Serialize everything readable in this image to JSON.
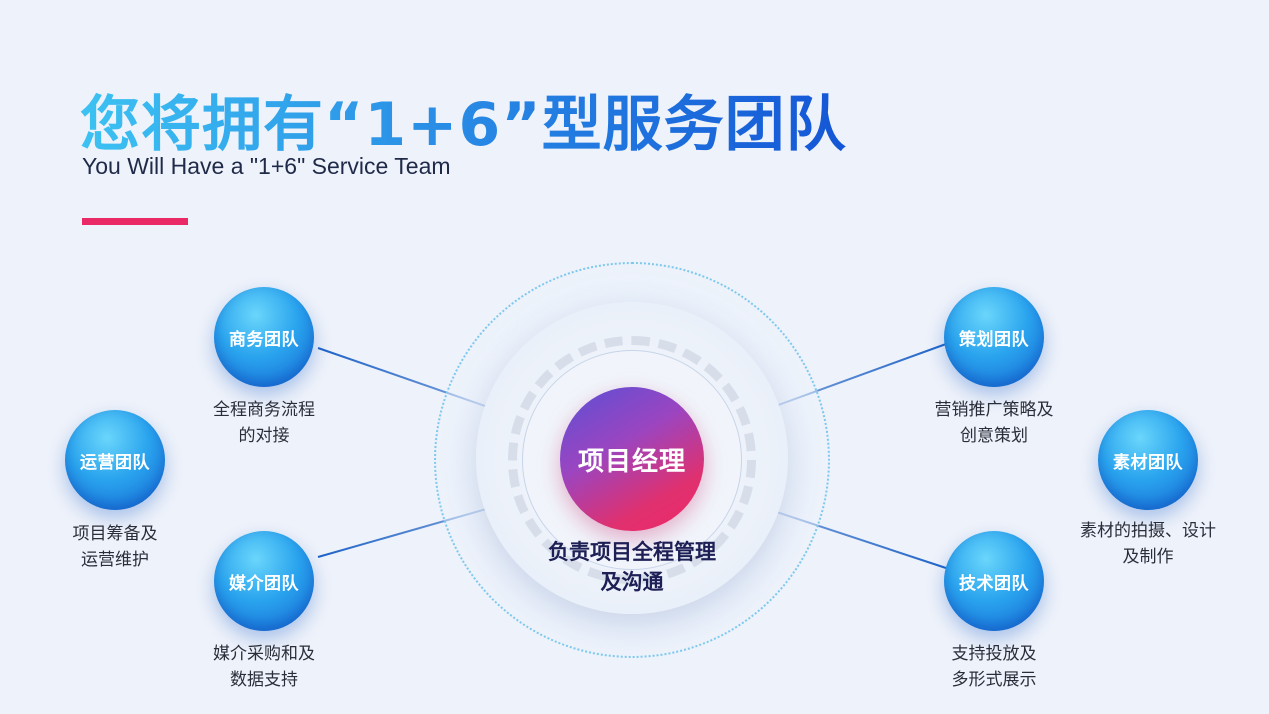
{
  "title": "您将拥有“1+6”型服务团队",
  "subtitle": "You Will Have a \"1+6\" Service Team",
  "colors": {
    "accent_bar": "#ea2a66",
    "node_blue": "#1f8fe8",
    "center_gradient_start": "#5a4fd6",
    "center_gradient_end": "#f0286a"
  },
  "center": {
    "label": "项目经理",
    "description_lines": [
      "负责项目全程管理",
      "及沟通"
    ]
  },
  "teams": {
    "business": {
      "label": "商务团队",
      "description_lines": [
        "全程商务流程",
        "的对接"
      ]
    },
    "operations": {
      "label": "运营团队",
      "description_lines": [
        "项目筹备及",
        "运营维护"
      ]
    },
    "media": {
      "label": "媒介团队",
      "description_lines": [
        "媒介采购和及",
        "数据支持"
      ]
    },
    "planning": {
      "label": "策划团队",
      "description_lines": [
        "营销推广策略及",
        "创意策划"
      ]
    },
    "material": {
      "label": "素材团队",
      "description_lines": [
        "素材的拍摄、设计",
        "及制作"
      ]
    },
    "tech": {
      "label": "技术团队",
      "description_lines": [
        "支持投放及",
        "多形式展示"
      ]
    }
  }
}
